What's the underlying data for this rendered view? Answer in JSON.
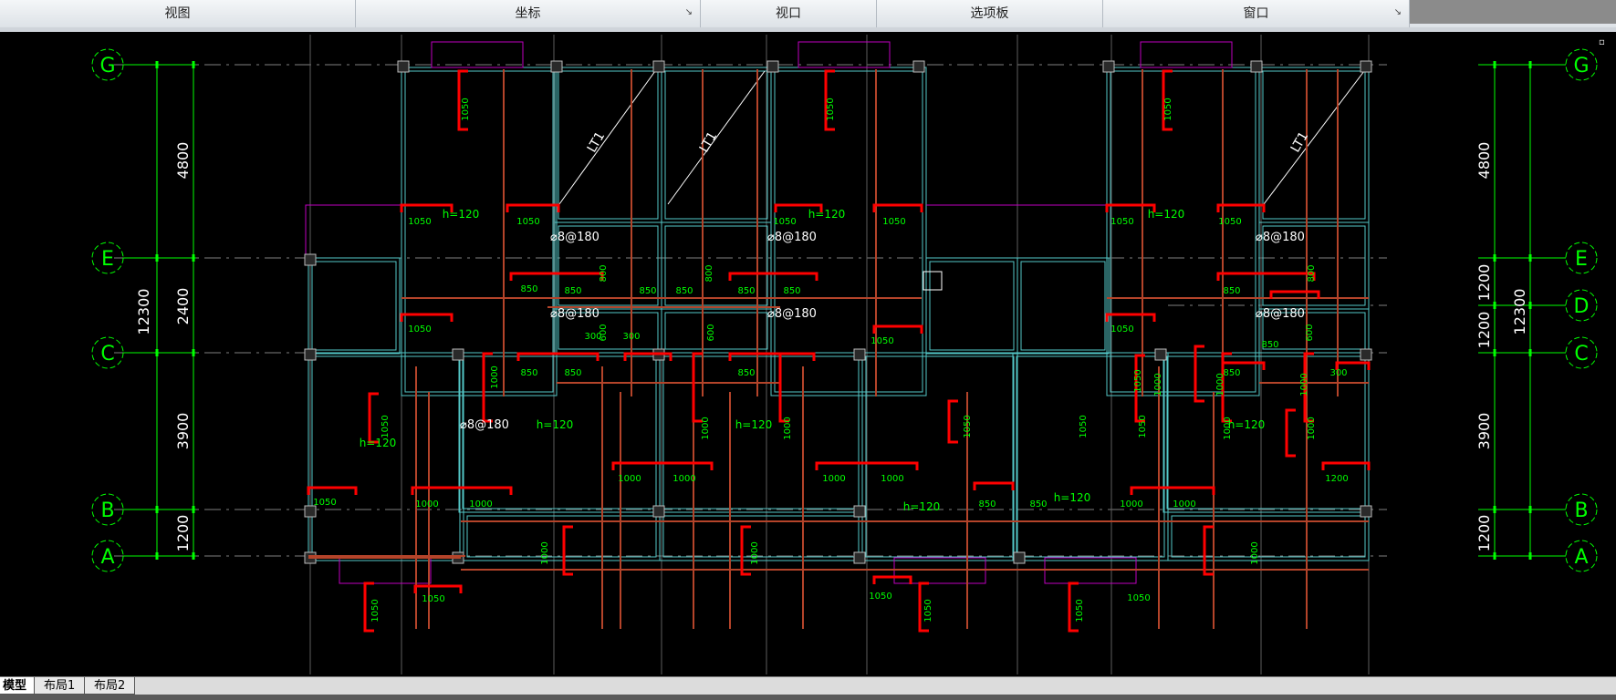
{
  "ribbon": {
    "panels": [
      {
        "label": "视图",
        "has_expander": false
      },
      {
        "label": "坐标",
        "has_expander": true
      },
      {
        "label": "视口",
        "has_expander": false
      },
      {
        "label": "选项板",
        "has_expander": false
      },
      {
        "label": "窗口",
        "has_expander": true
      }
    ]
  },
  "layout_tabs": [
    "模型",
    "布局1",
    "布局2"
  ],
  "active_tab": 0,
  "drawing": {
    "axes_left": [
      "G",
      "E",
      "C",
      "B",
      "A"
    ],
    "axes_right": [
      "G",
      "E",
      "D",
      "C",
      "B",
      "A"
    ],
    "dims_left": {
      "total": "12300",
      "g_e": "4800",
      "e_c": "2400",
      "c_b": "3900",
      "b_a": "1200"
    },
    "dims_right": {
      "total": "12300",
      "g_e": "4800",
      "e_d": "1200",
      "d_c": "1200",
      "c_b": "3900",
      "b_a": "1200"
    },
    "stair_label": "LT1",
    "slab_thickness": "h=120",
    "rebar_note": "⌀8@180",
    "bar_lengths": [
      "1050",
      "850",
      "600",
      "300",
      "1000",
      "1200",
      "800"
    ]
  },
  "colors": {
    "background": "#000000",
    "axis_green": "#00ff00",
    "beam_cyan": "#53c7c7",
    "rebar_red": "#ff0000",
    "distribution_brown": "#b4442a",
    "balcony_magenta": "#c000c0",
    "text_white": "#ffffff",
    "axis_dash": "#7f7f7f"
  }
}
